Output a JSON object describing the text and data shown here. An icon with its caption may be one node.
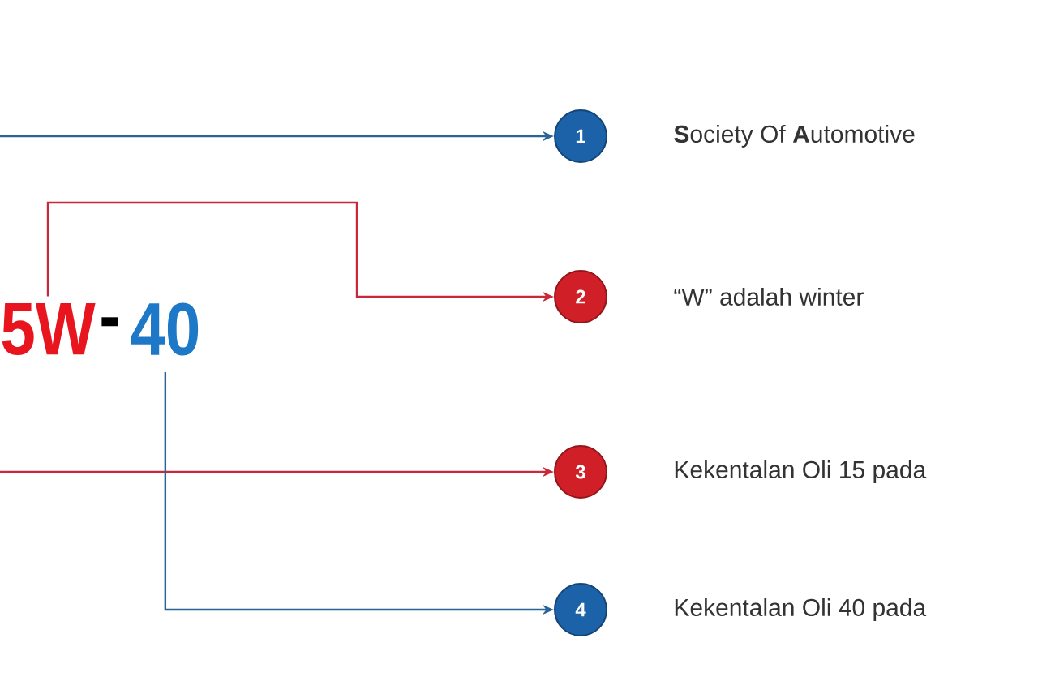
{
  "diagram": {
    "nodes": [
      {
        "text": [
          "5W"
        ]
      },
      {
        "text": [
          "40"
        ]
      },
      {
        "text": [
          "1"
        ],
        "beside": [
          "**S**ociety Of **A**utomotive"
        ]
      },
      {
        "text": [
          "2"
        ],
        "beside": [
          "“W” adalah winter"
        ]
      },
      {
        "text": [
          "3"
        ],
        "beside": [
          "Kekentalan Oli 15 pada"
        ]
      },
      {
        "text": [
          "4"
        ],
        "beside": [
          "Kekentalan Oli 40 pada"
        ]
      }
    ],
    "edges": [
      {
        "from": null,
        "to": 2,
        "arrow": "to",
        "color": "#2a6496"
      },
      {
        "from": 0,
        "to": 3,
        "arrow": "to",
        "color": "#c8283a"
      },
      {
        "from": null,
        "to": 4,
        "arrow": "to",
        "color": "#c8283a"
      },
      {
        "from": 1,
        "to": 5,
        "arrow": "to",
        "color": "#2a6496"
      }
    ],
    "labels": [
      "-"
    ]
  }
}
